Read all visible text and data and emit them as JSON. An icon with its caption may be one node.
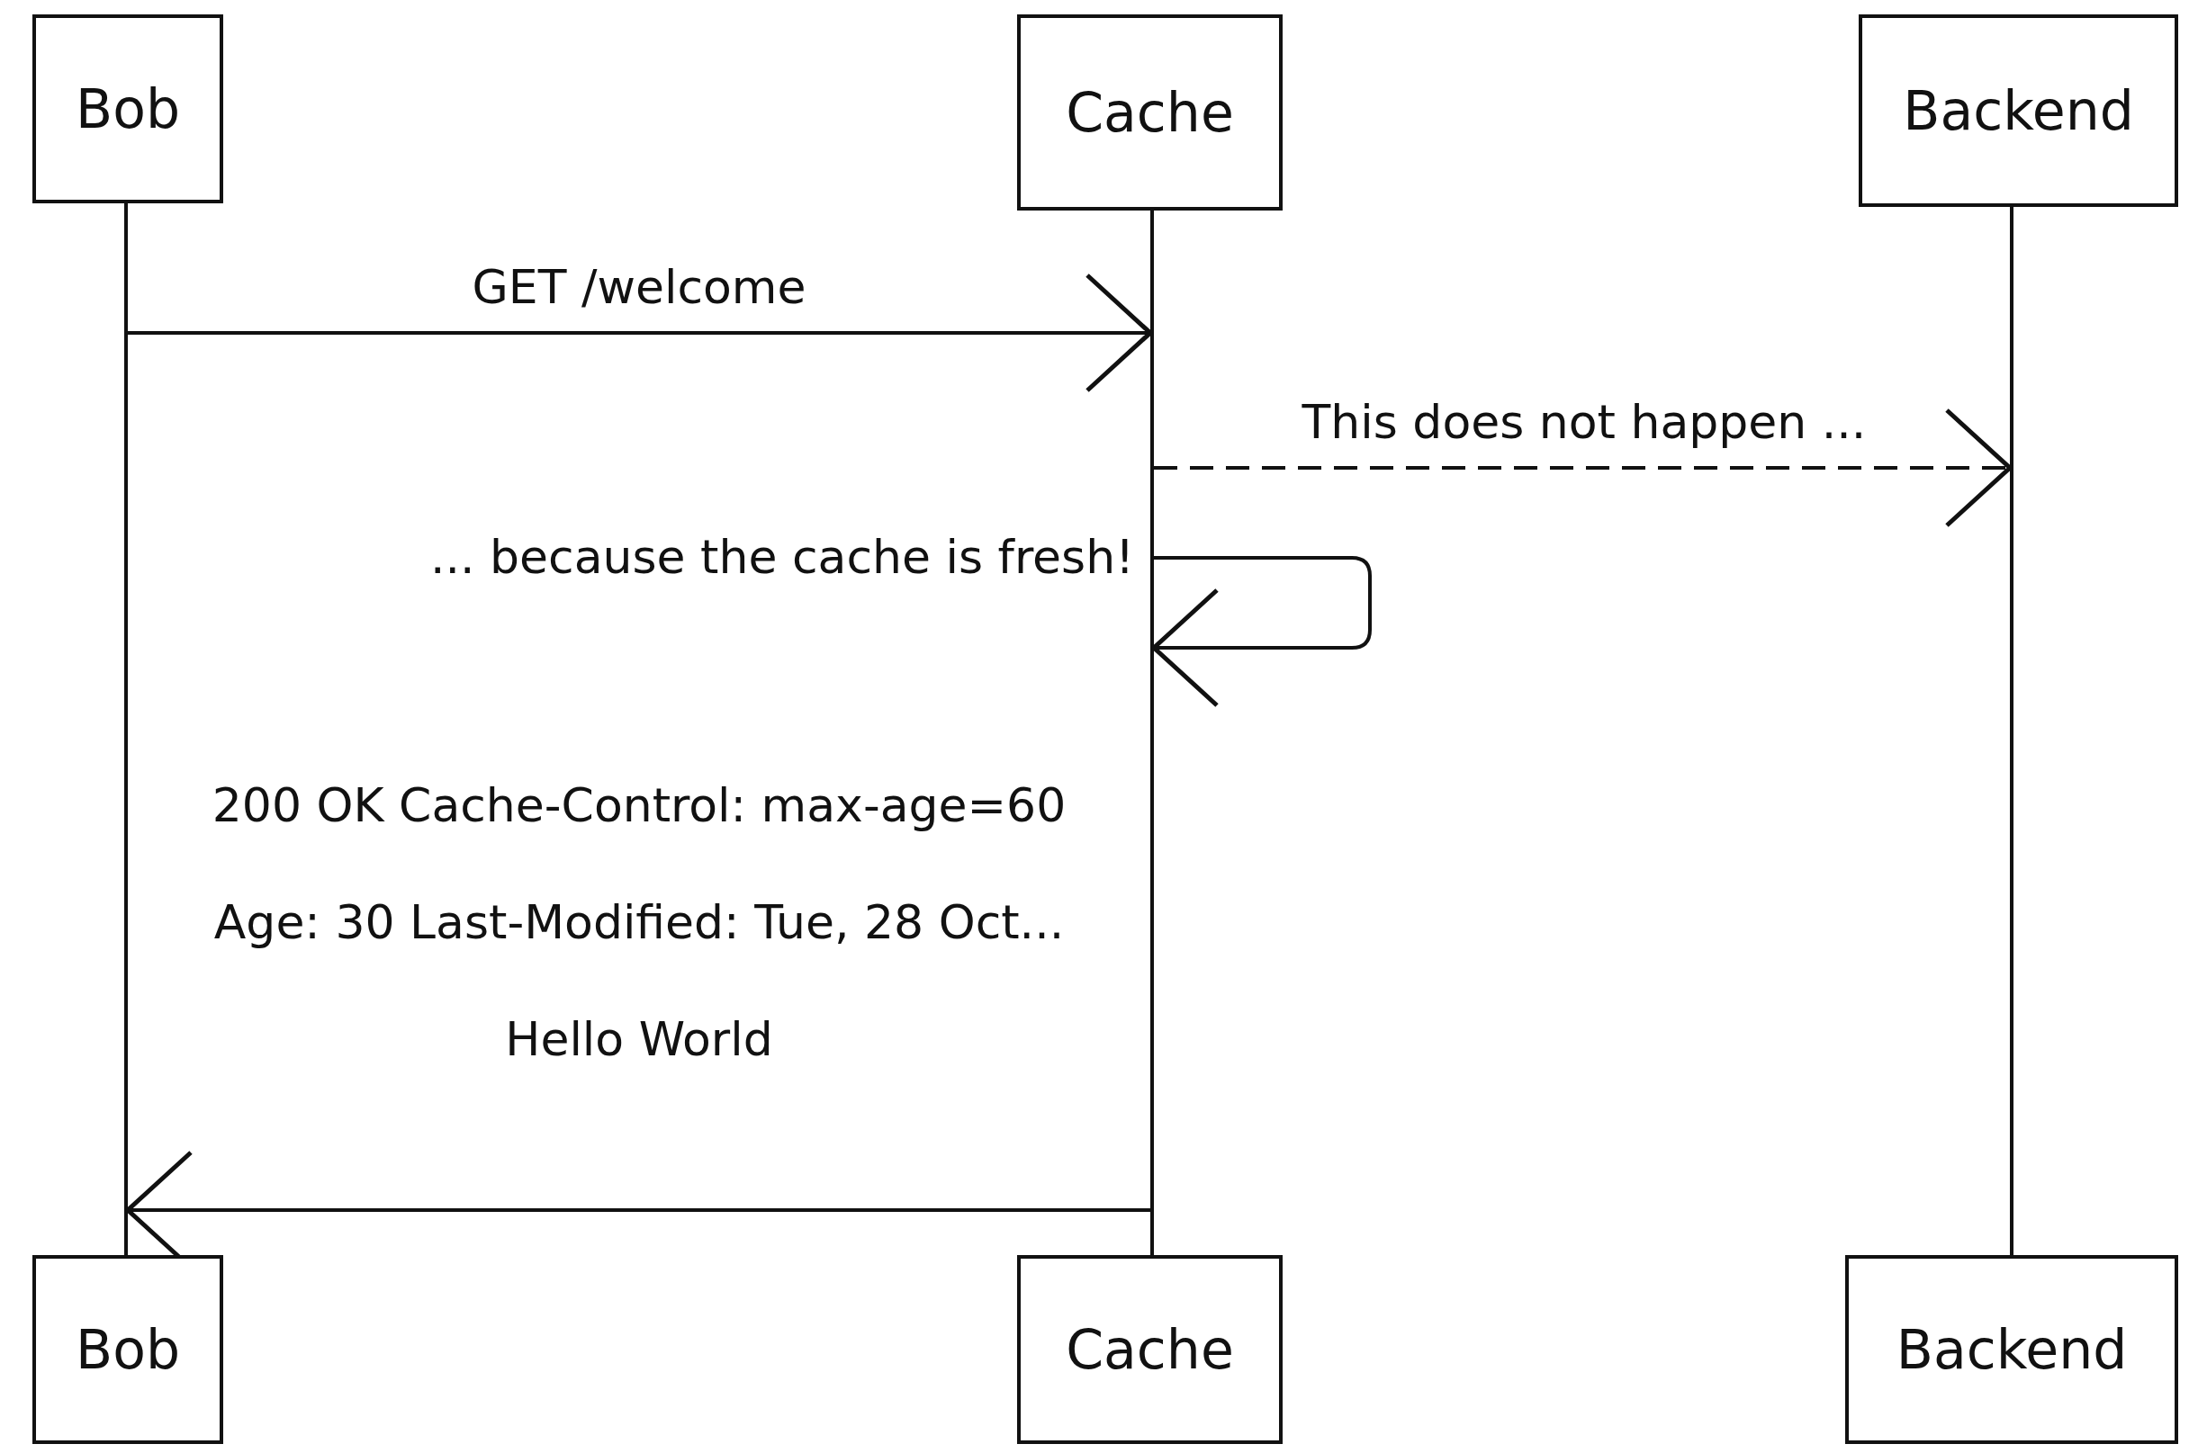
{
  "diagram": {
    "nodes": [
      {
        "text": [
          "Bob"
        ]
      },
      {
        "text": [
          "Cache"
        ]
      },
      {
        "text": [
          "Backend"
        ]
      },
      {
        "text": [
          "Bob"
        ]
      },
      {
        "text": [
          "Cache"
        ]
      },
      {
        "text": [
          "Backend"
        ]
      },
      {
        "text": [],
        "shape": "line"
      },
      {
        "text": [],
        "shape": "line"
      },
      {
        "text": [],
        "shape": "line"
      }
    ],
    "edges": [
      {
        "from": 6,
        "to": 7,
        "arrow": "to",
        "label": "GET /welcome"
      },
      {
        "from": 7,
        "to": 8,
        "arrow": "to",
        "label": "This does not happen ...",
        "style": "dashed"
      },
      {
        "from": 7,
        "to": 7,
        "arrow": "to",
        "label": "... because the cache is fresh!"
      },
      {
        "from": 7,
        "to": 6,
        "arrow": "to",
        "label": "200 OK Cache-Control: max-age=60 Age: 30 Last-Modified: Tue, 28 Oct... Hello World"
      }
    ]
  }
}
